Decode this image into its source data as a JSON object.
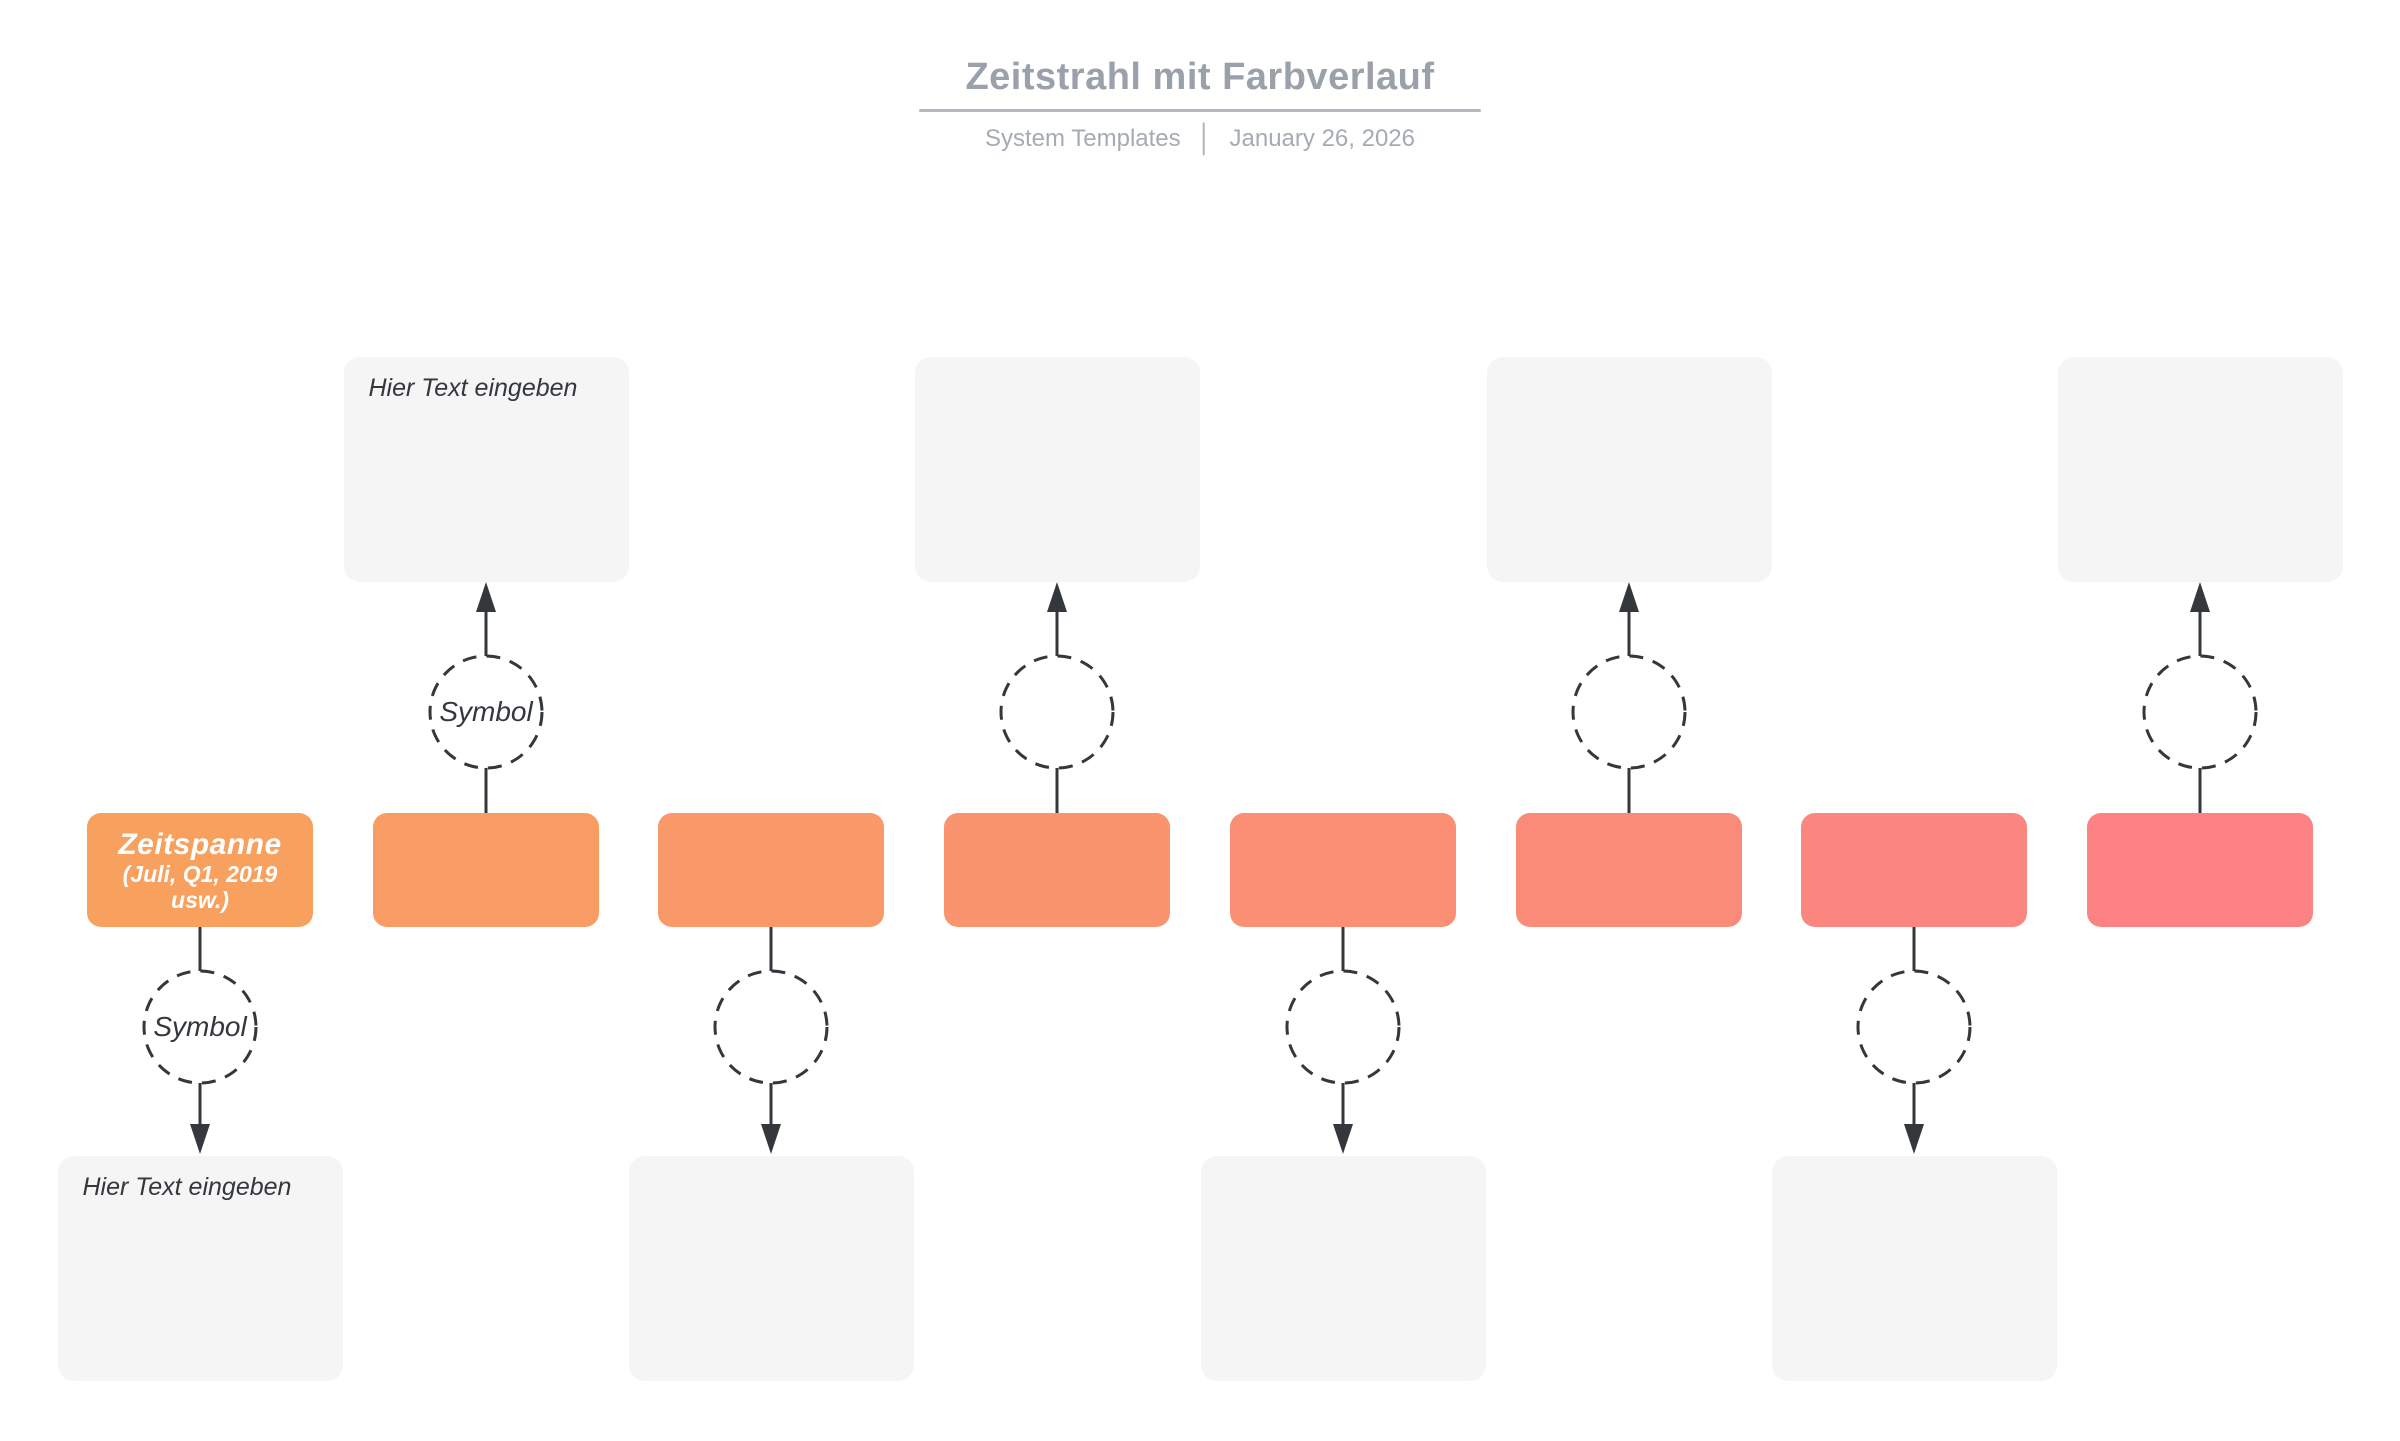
{
  "header": {
    "title": "Zeitstrahl mit Farbverlauf",
    "meta_left": "System Templates",
    "meta_separator": "│",
    "meta_right": "January 26, 2026"
  },
  "palette": {
    "canvas_bg": "#FFFFFF",
    "title_color": "#9AA1AB",
    "divider_color": "#B2B8C0",
    "meta_color": "#A5ABB5",
    "note_bg": "#F5F5F6",
    "note_text_color": "#34383C",
    "stroke_color": "#34383C",
    "period_text_color": "#FFFFFF"
  },
  "timeline": {
    "columns": [
      {
        "period": {
          "title": "Zeitspanne",
          "subtitle": "(Juli, Q1, 2019 usw.)",
          "color": "#F8A05E"
        },
        "note_side": "bottom",
        "note_text": "Hier Text eingeben",
        "symbol_label": "Symbol"
      },
      {
        "period": {
          "title": "",
          "subtitle": "",
          "color": "#F99C63"
        },
        "note_side": "top",
        "note_text": "Hier Text eingeben",
        "symbol_label": "Symbol"
      },
      {
        "period": {
          "title": "",
          "subtitle": "",
          "color": "#F99869"
        },
        "note_side": "bottom",
        "note_text": "",
        "symbol_label": ""
      },
      {
        "period": {
          "title": "",
          "subtitle": "",
          "color": "#FA946E"
        },
        "note_side": "top",
        "note_text": "",
        "symbol_label": ""
      },
      {
        "period": {
          "title": "",
          "subtitle": "",
          "color": "#FA8F74"
        },
        "note_side": "bottom",
        "note_text": "",
        "symbol_label": ""
      },
      {
        "period": {
          "title": "",
          "subtitle": "",
          "color": "#FB8B79"
        },
        "note_side": "top",
        "note_text": "",
        "symbol_label": ""
      },
      {
        "period": {
          "title": "",
          "subtitle": "",
          "color": "#FB867F"
        },
        "note_side": "bottom",
        "note_text": "",
        "symbol_label": ""
      },
      {
        "period": {
          "title": "",
          "subtitle": "",
          "color": "#FC8284"
        },
        "note_side": "top",
        "note_text": "",
        "symbol_label": ""
      }
    ]
  }
}
